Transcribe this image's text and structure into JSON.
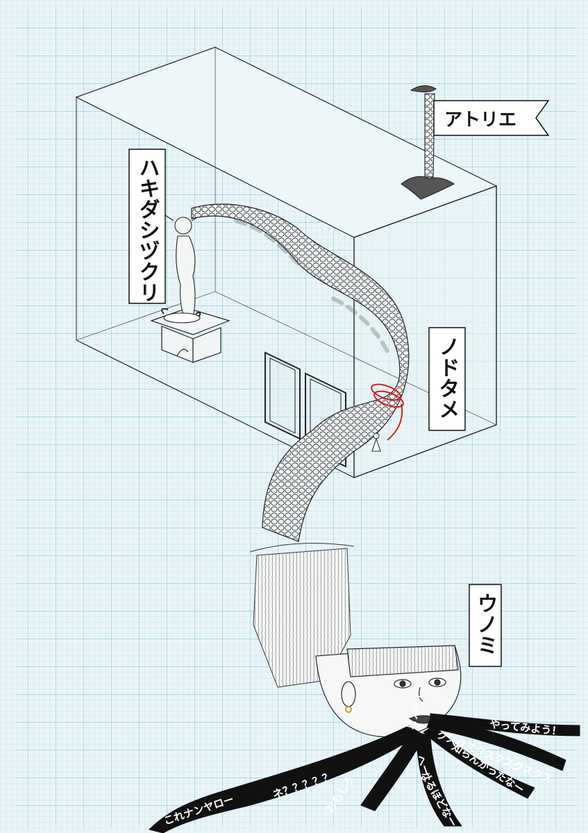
{
  "signs": {
    "atelier": "アトリエ",
    "hakidashi": "ハキダシヅクリ",
    "nodotame": "ノドタメ",
    "unomi": "ウノミ"
  },
  "tongues": {
    "t1": "これナンヤロー",
    "t2": "ネ？？？？？",
    "t3": "おもしろ",
    "t4": "ピカー！",
    "t5": "クスクスクスクスクスクス",
    "t6": "へー！",
    "t7": "なるほどなー",
    "t8": "知らんかったなー",
    "t9": "やってみよう！"
  },
  "colors": {
    "paper": "#e9f4f7",
    "grid_minor": "#9fd3e0",
    "grid_major": "#5fb6cc",
    "ink": "#1a1a1a",
    "thread": "#d21f1f"
  }
}
